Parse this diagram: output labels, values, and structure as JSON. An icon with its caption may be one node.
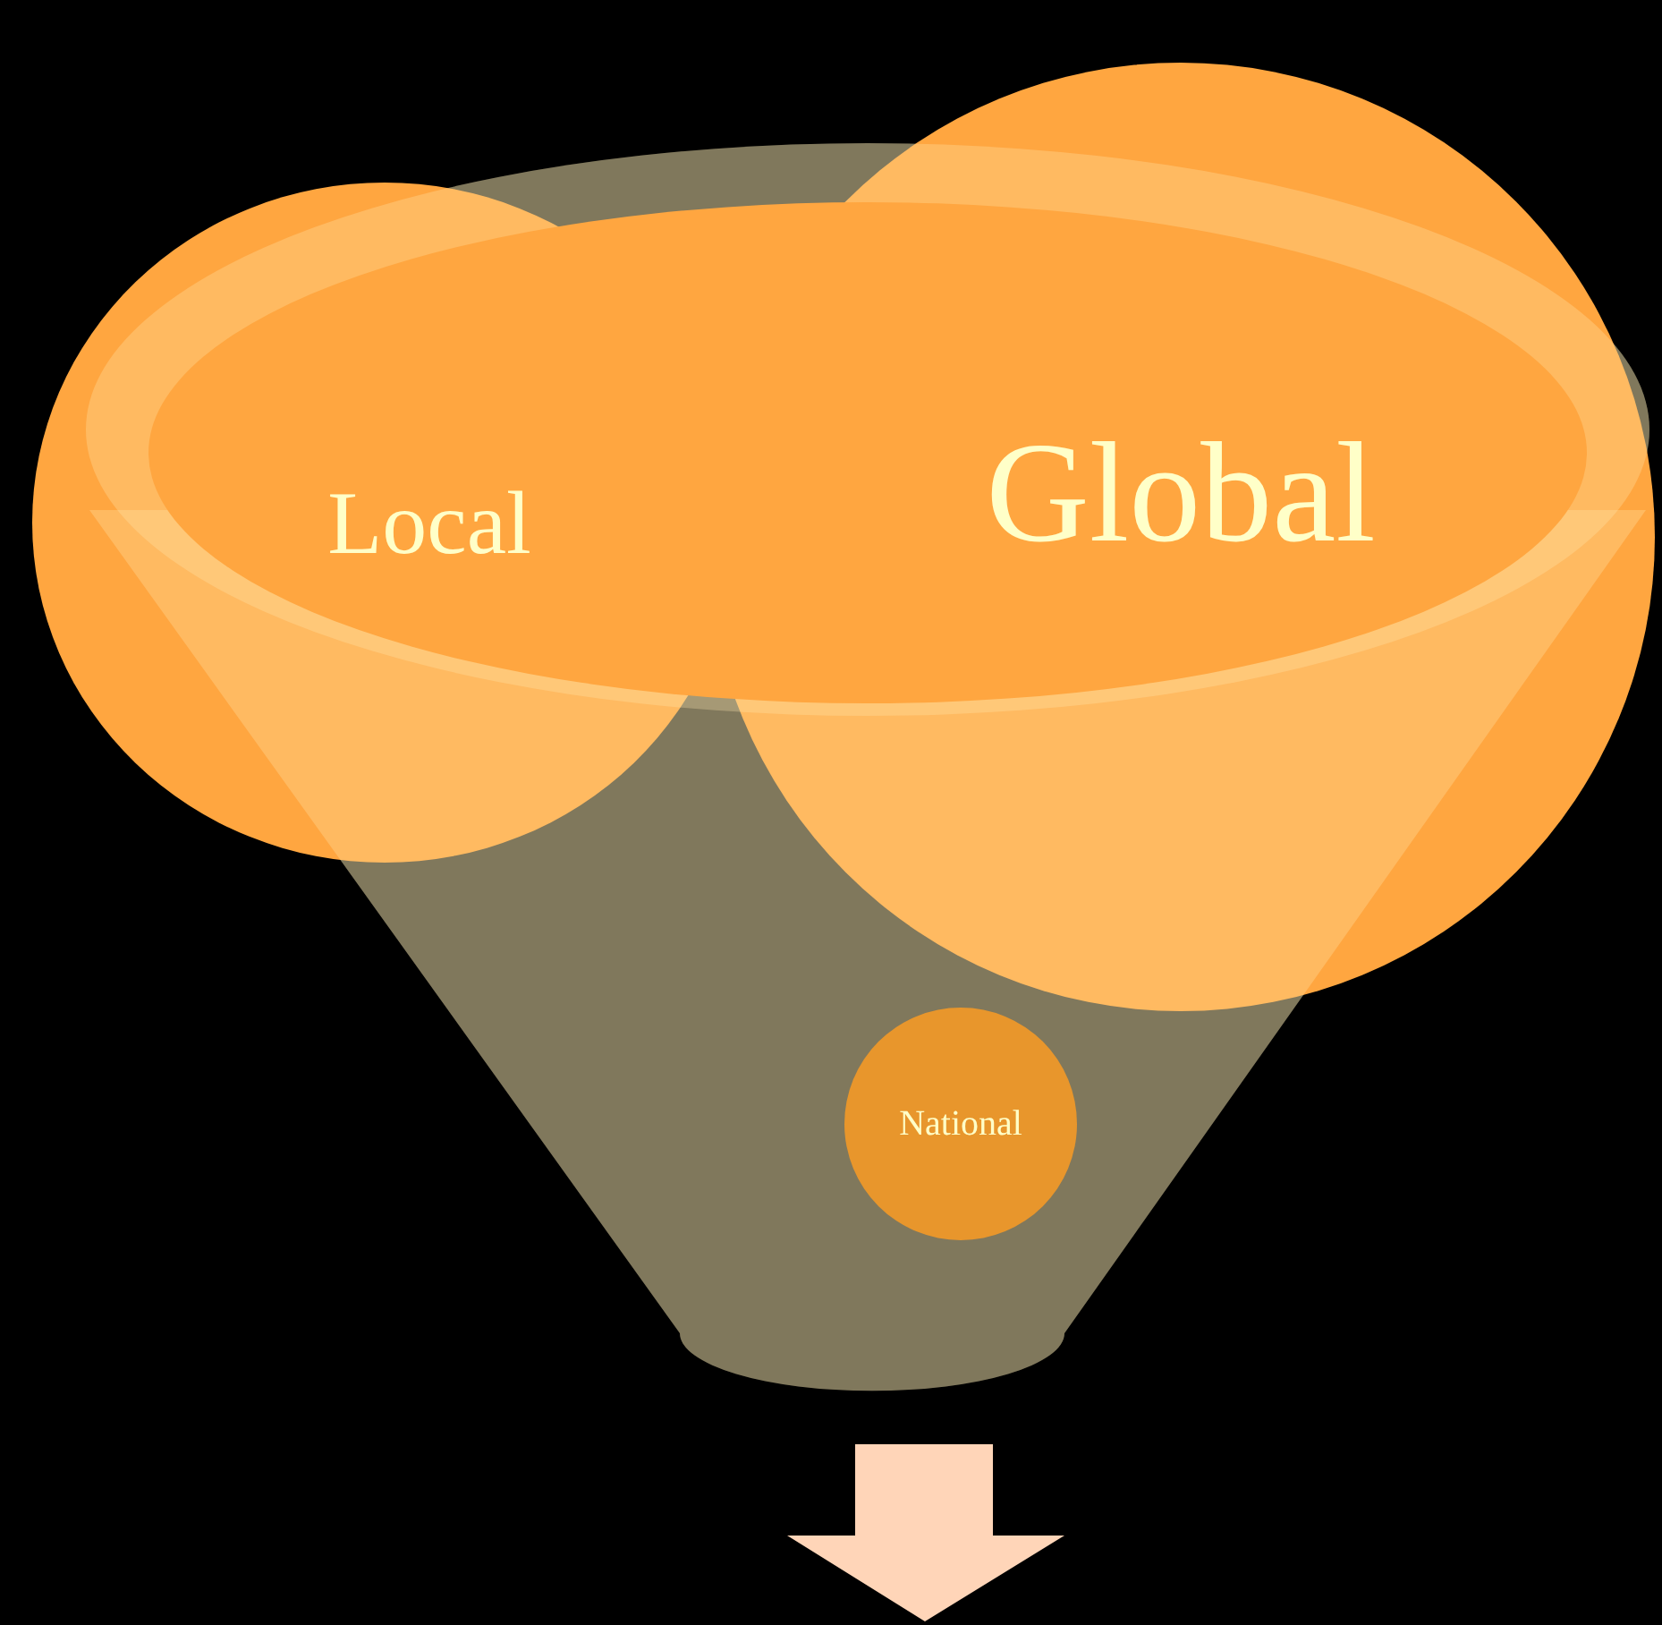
{
  "diagram": {
    "nodes": [
      {
        "text": [
          "Local"
        ]
      },
      {
        "text": [
          "Global"
        ]
      },
      {
        "text": [
          "National"
        ]
      }
    ]
  }
}
